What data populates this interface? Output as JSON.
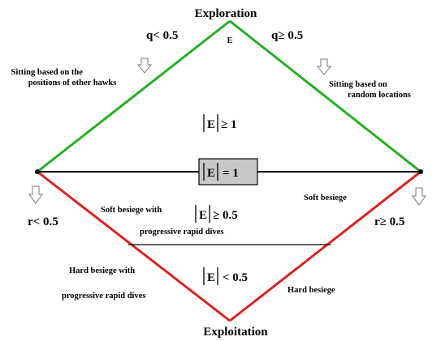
{
  "diagram": {
    "top_label": "Exploration",
    "bottom_label": "Exploitation",
    "apex_label": "E",
    "upper_left_condition": "q< 0.5",
    "upper_right_condition": "q≥ 0.5",
    "lower_left_condition": "r< 0.5",
    "lower_right_condition": "r≥ 0.5",
    "upper_left_strategy": [
      "Sitting based on the",
      "positions of other hawks"
    ],
    "upper_right_strategy": [
      "Sitting based on",
      "random locations"
    ],
    "soft_besiege_dives": [
      "Soft besiege with",
      "progressive rapid dives"
    ],
    "soft_besiege": "Soft besiege",
    "hard_besiege_dives": [
      "Hard besiege with",
      "progressive rapid dives"
    ],
    "hard_besiege": "Hard besiege",
    "energy_exploration": "≥ 1",
    "energy_boundary": "= 1",
    "energy_soft": "≥ 0.5",
    "energy_hard": "< 0.5",
    "energy_symbol": "E",
    "colors": {
      "exploration": "#22b022",
      "exploitation": "#e02020",
      "boundary_box": "#c8c8c8",
      "arrow": "#999999"
    }
  }
}
